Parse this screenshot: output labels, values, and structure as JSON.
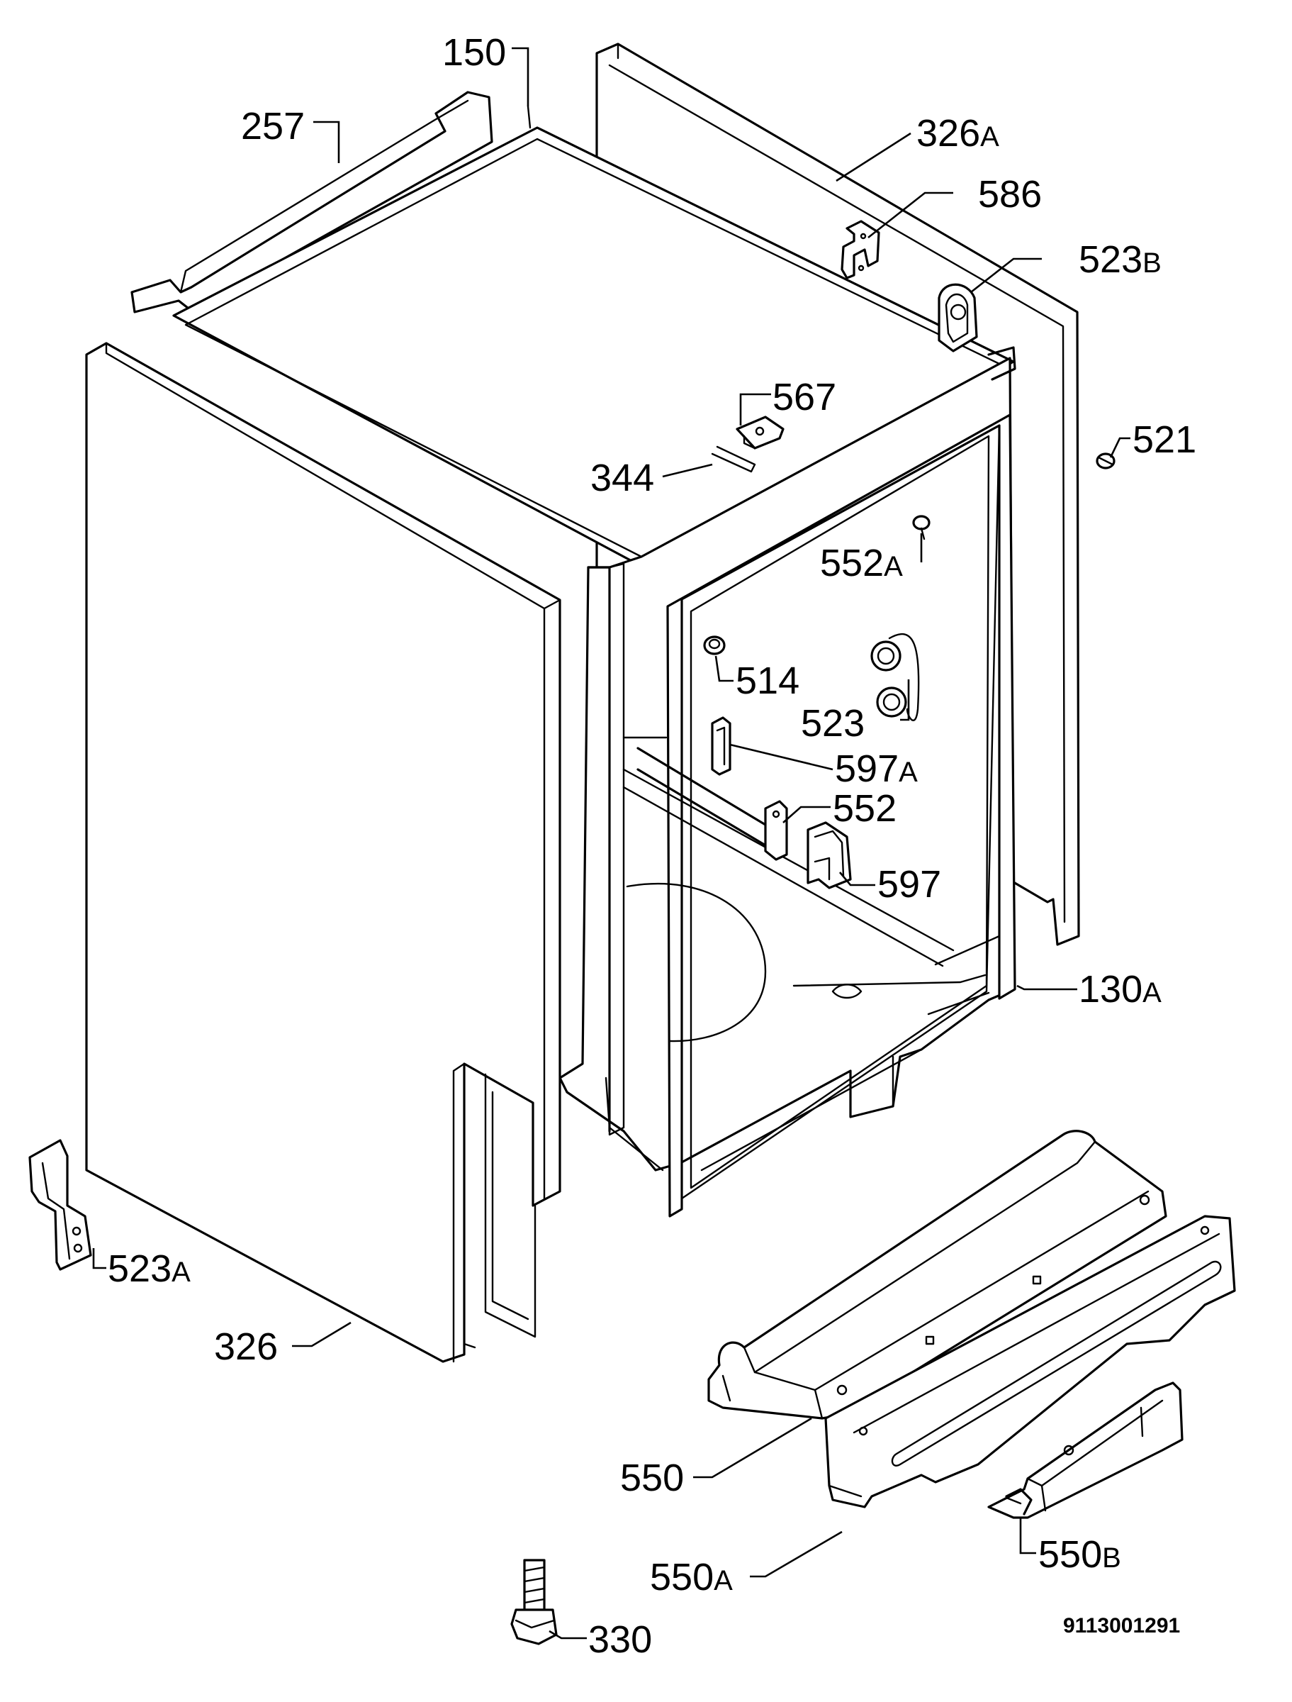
{
  "labels": {
    "l150": {
      "num": "150",
      "suffix": ""
    },
    "l257": {
      "num": "257",
      "suffix": ""
    },
    "l326A": {
      "num": "326",
      "suffix": "A"
    },
    "l586": {
      "num": "586",
      "suffix": ""
    },
    "l523B": {
      "num": "523",
      "suffix": "B"
    },
    "l567": {
      "num": "567",
      "suffix": ""
    },
    "l521": {
      "num": "521",
      "suffix": ""
    },
    "l344": {
      "num": "344",
      "suffix": ""
    },
    "l552A": {
      "num": "552",
      "suffix": "A"
    },
    "l514": {
      "num": "514",
      "suffix": ""
    },
    "l523": {
      "num": "523",
      "suffix": ""
    },
    "l597A": {
      "num": "597",
      "suffix": "A"
    },
    "l552": {
      "num": "552",
      "suffix": ""
    },
    "l597": {
      "num": "597",
      "suffix": ""
    },
    "l130A": {
      "num": "130",
      "suffix": "A"
    },
    "l523A": {
      "num": "523",
      "suffix": "A"
    },
    "l326": {
      "num": "326",
      "suffix": ""
    },
    "l550": {
      "num": "550",
      "suffix": ""
    },
    "l550A": {
      "num": "550",
      "suffix": "A"
    },
    "l550B": {
      "num": "550",
      "suffix": "B"
    },
    "l330": {
      "num": "330",
      "suffix": ""
    }
  },
  "doc_number": "9113001291"
}
